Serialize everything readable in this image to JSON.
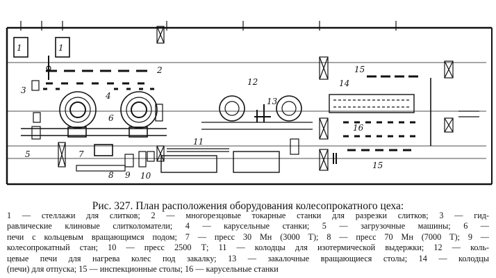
{
  "figure": {
    "caption": "Рис. 327. План расположения оборудования колесопрокатного цеха:",
    "legend_lines": [
      "1 — стеллажи для слитков; 2 — многорезцовые токарные станки для разрезки слитков; 3 — гид-",
      "равлические клиновые слитколоматели; 4 — карусельные станки; 5 — загрузочные машины; 6 —",
      "печи с кольцевым вращающимся подом; 7 — пресс 30 Мн (3000 Т); 8 — пресс 70 Мн (7000 Т); 9 —",
      "колесопрокатный стан; 10 — пресс 2500 Т; 11 — колодцы для изотермической выдержки; 12 — коль-",
      "цевые печи для нагрева колес под закалку; 13 — закалочные вращающиеся столы; 14 — колодцы",
      "(печи) для отпуска; 15 — инспекционные столы; 16 — карусельные станки"
    ]
  },
  "plan_labels": {
    "n1a": "1",
    "n1b": "1",
    "n2": "2",
    "n3": "3",
    "n4": "4",
    "n5": "5",
    "n6": "6",
    "n7": "7",
    "n8": "8",
    "n9": "9",
    "n10": "10",
    "n11": "11",
    "n12": "12",
    "n13": "13",
    "n14": "14",
    "n15a": "15",
    "n15b": "15",
    "n16": "16"
  },
  "colors": {
    "ink": "#111111",
    "paper": "#ffffff"
  }
}
